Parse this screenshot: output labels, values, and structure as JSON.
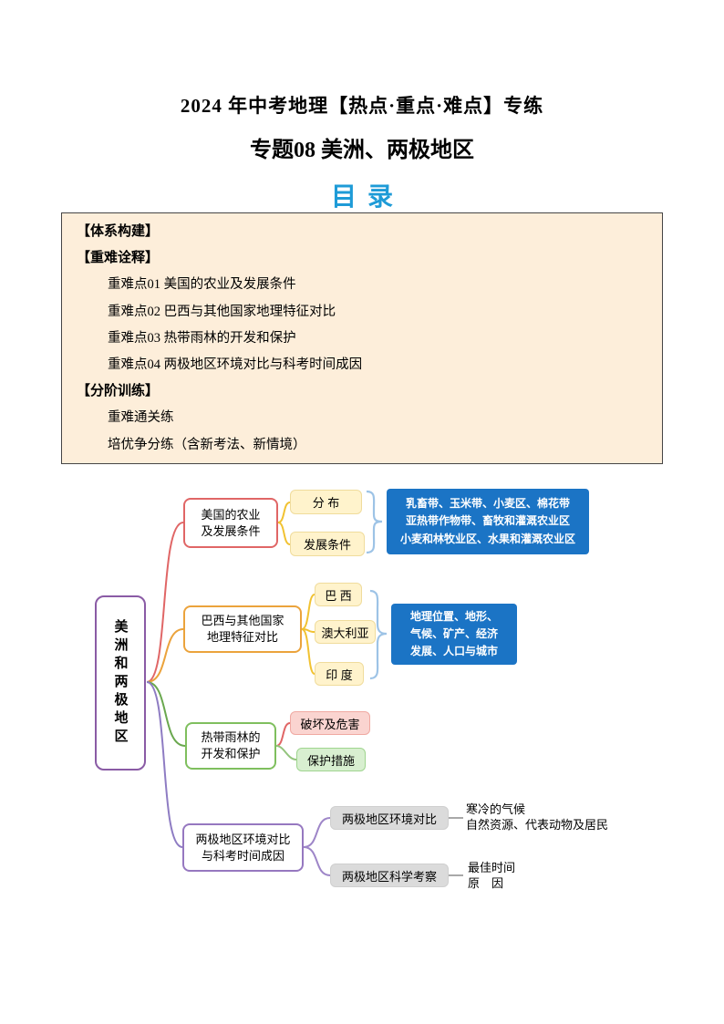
{
  "header": {
    "title": "2024 年中考地理【热点·重点·难点】专练",
    "subtitle": "专题08 美洲、两极地区",
    "toc_title": "目录"
  },
  "toc": {
    "items": [
      {
        "text": "【体系构建】",
        "type": "section"
      },
      {
        "text": "【重难诠释】",
        "type": "section"
      },
      {
        "text": "重难点01 美国的农业及发展条件",
        "type": "item"
      },
      {
        "text": "重难点02 巴西与其他国家地理特征对比",
        "type": "item"
      },
      {
        "text": "重难点03 热带雨林的开发和保护",
        "type": "item"
      },
      {
        "text": "重难点04 两极地区环境对比与科考时间成因",
        "type": "item"
      },
      {
        "text": "【分阶训练】",
        "type": "section"
      },
      {
        "text": "重难通关练",
        "type": "item"
      },
      {
        "text": "培优争分练（含新考法、新情境）",
        "type": "item"
      }
    ]
  },
  "mindmap": {
    "root": "美洲和两极地区",
    "branch1": {
      "label": "美国的农业\n及发展条件",
      "children": [
        "分 布",
        "发展条件"
      ],
      "detail": "乳畜带、玉米带、小麦区、棉花带\n亚热带作物带、畜牧和灌溉农业区\n小麦和林牧业区、水果和灌溉农业区"
    },
    "branch2": {
      "label": "巴西与其他国家\n地理特征对比",
      "children": [
        "巴 西",
        "澳大利亚",
        "印 度"
      ],
      "detail": "地理位置、地形、\n气候、矿产、经济\n发展、人口与城市"
    },
    "branch3": {
      "label": "热带雨林的\n开发和保护",
      "children": [
        "破坏及危害",
        "保护措施"
      ]
    },
    "branch4": {
      "label": "两极地区环境对比\n与科考时间成因",
      "children": [
        "两极地区环境对比",
        "两极地区科学考察"
      ],
      "notes": [
        "寒冷的气候\n自然资源、代表动物及居民",
        "最佳时间\n原　因"
      ]
    }
  }
}
